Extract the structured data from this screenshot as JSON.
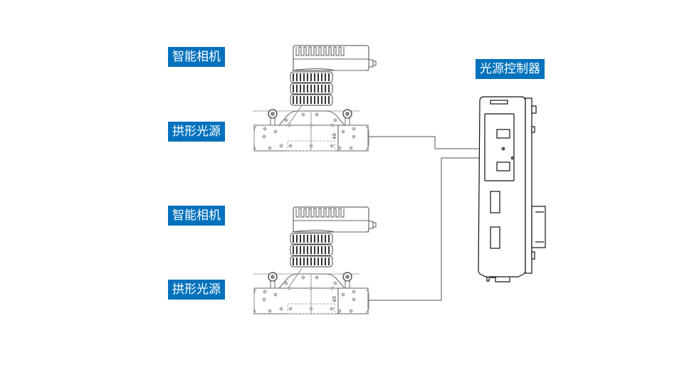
{
  "diagram": {
    "title": "Smart camera and arch light source connection to light source controller",
    "labels": {
      "camera_1": "智能相机",
      "light_1": "拱形光源",
      "camera_2": "智能相机",
      "light_2": "拱形光源",
      "controller": "光源控制器"
    },
    "dimension_text": "40",
    "colors": {
      "label_background": "#0071bc",
      "label_text": "#ffffff",
      "line_art": "#333333",
      "wire": "#8c8c8c",
      "connector_dot": "#555555"
    },
    "connections": [
      {
        "from": "light_1",
        "to": "controller"
      },
      {
        "from": "light_2",
        "to": "controller"
      }
    ]
  }
}
